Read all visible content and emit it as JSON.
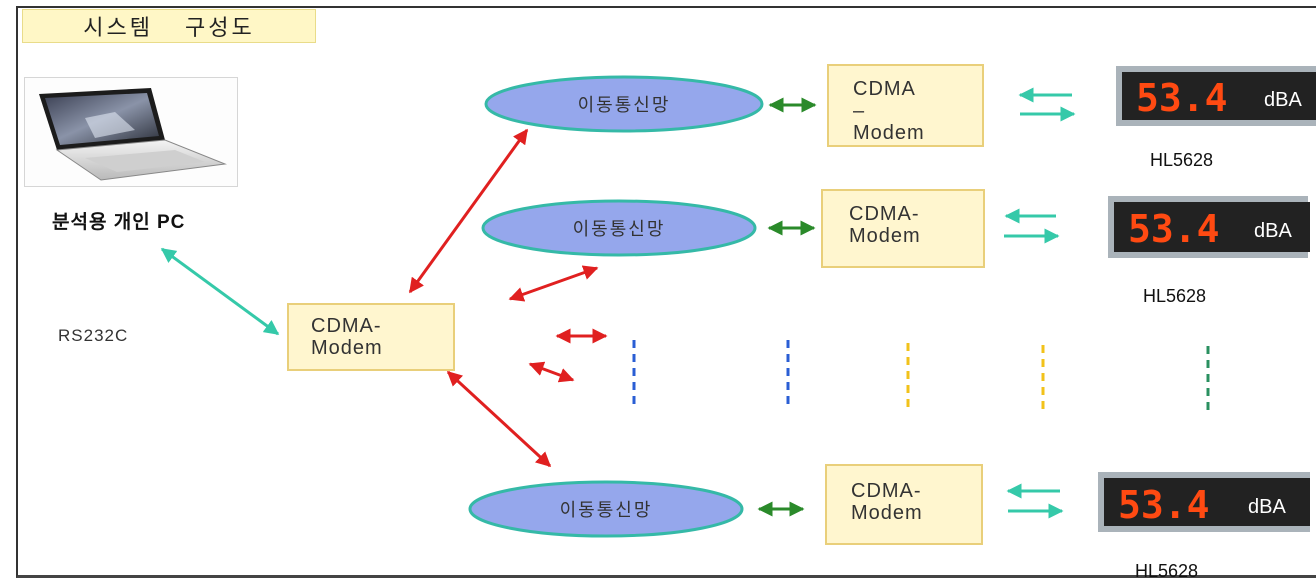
{
  "title": "시스템 구성도",
  "pc": {
    "label": "분석용 개인 PC",
    "icon": "laptop-icon"
  },
  "interface_label": "RS232C",
  "central_modem": {
    "line1": "CDMA-",
    "line2": "Modem"
  },
  "networks": [
    {
      "label": "이동통신망"
    },
    {
      "label": "이동통신망"
    },
    {
      "label": "이동통신망"
    }
  ],
  "remote_modems": [
    {
      "line1": "CDMA",
      "line2": "–",
      "line3": "Modem"
    },
    {
      "line1": "CDMA-",
      "line2": "Modem"
    },
    {
      "line1": "CDMA-",
      "line2": "Modem"
    }
  ],
  "displays": [
    {
      "reading": "53.4",
      "unit": "dBA",
      "model": "HL5628"
    },
    {
      "reading": "53.4",
      "unit": "dBA",
      "model": "HL5628"
    },
    {
      "reading": "53.4",
      "unit": "dBA",
      "model": "HL5628"
    }
  ],
  "colors": {
    "ellipse_fill": "#95a7ec",
    "ellipse_border": "#35b9a7",
    "modem_fill": "#fff6cf",
    "modem_border": "#e9cf7a",
    "cdma_link": "#e02020",
    "local_link": "#2a8a2a",
    "display_link": "#35c9a9",
    "serial_link": "#35c9a9",
    "display_digits": "#ff4a12"
  }
}
